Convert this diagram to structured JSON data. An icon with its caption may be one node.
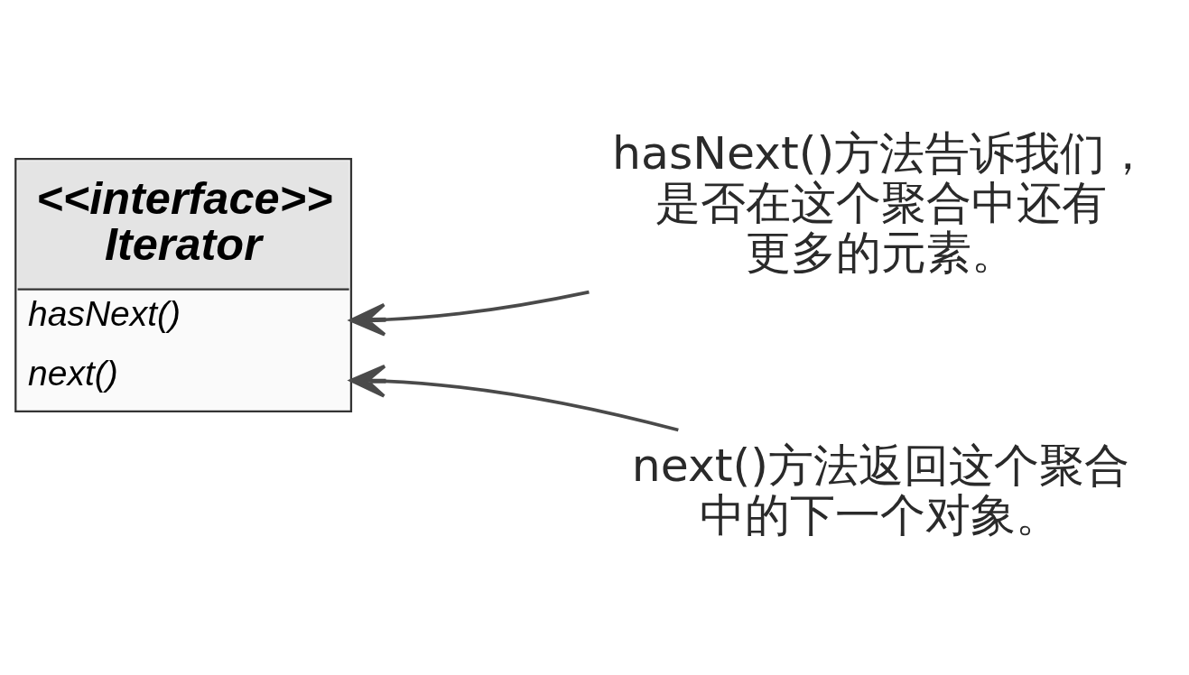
{
  "diagram": {
    "nodes": [
      {
        "text": [
          "<<interface>>",
          "Iterator",
          "hasNext()",
          "next()"
        ]
      },
      {
        "text": [
          "hasNext()方法告诉我们，是否在这个聚合中还有更多的元素。"
        ]
      },
      {
        "text": [
          "next()方法返回这个聚合中的下一个对象。"
        ]
      }
    ],
    "edges": [
      {
        "from": 1,
        "to": 0,
        "arrow": "to"
      },
      {
        "from": 2,
        "to": 0,
        "arrow": "to"
      }
    ]
  }
}
